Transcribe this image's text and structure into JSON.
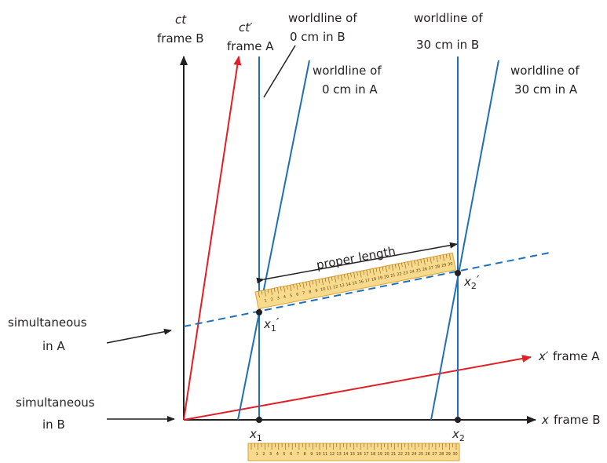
{
  "axes": {
    "ct_label": "ct",
    "ct_frame": "frame B",
    "ctprime_label": "ct′",
    "ctprime_frame": "frame A",
    "x_label": "x",
    "x_frame": "frame B",
    "xprime_label": "x′",
    "xprime_frame": "frame A"
  },
  "worldlines": {
    "b0_line1": "worldline of",
    "b0_line2": "0 cm in B",
    "a0_line1": "worldline of",
    "a0_line2": "0 cm in A",
    "b30_line1": "worldline of",
    "b30_line2": "30 cm in B",
    "a30_line1": "worldline of",
    "a30_line2": "30 cm in A"
  },
  "annotations": {
    "simA_line1": "simultaneous",
    "simA_line2": "in A",
    "simB_line1": "simultaneous",
    "simB_line2": "in B",
    "proper_length": "proper length"
  },
  "points": {
    "x1": "x",
    "x1_sub": "1",
    "x2": "x",
    "x2_sub": "2",
    "x1p": "x",
    "x1p_sub": "1",
    "x1p_prime": "′",
    "x2p": "x",
    "x2p_sub": "2",
    "x2p_prime": "′"
  },
  "ruler": {
    "ticks": [
      "1",
      "2",
      "3",
      "4",
      "5",
      "6",
      "7",
      "8",
      "9",
      "10",
      "11",
      "12",
      "13",
      "14",
      "15",
      "16",
      "17",
      "18",
      "19",
      "20",
      "21",
      "22",
      "23",
      "24",
      "25",
      "26",
      "27",
      "28",
      "29",
      "30"
    ],
    "fill": "#f7da8c",
    "edge": "#d8a23a"
  },
  "colors": {
    "red": "#e01f26",
    "blue": "#1f6fb5",
    "black": "#231f20"
  }
}
